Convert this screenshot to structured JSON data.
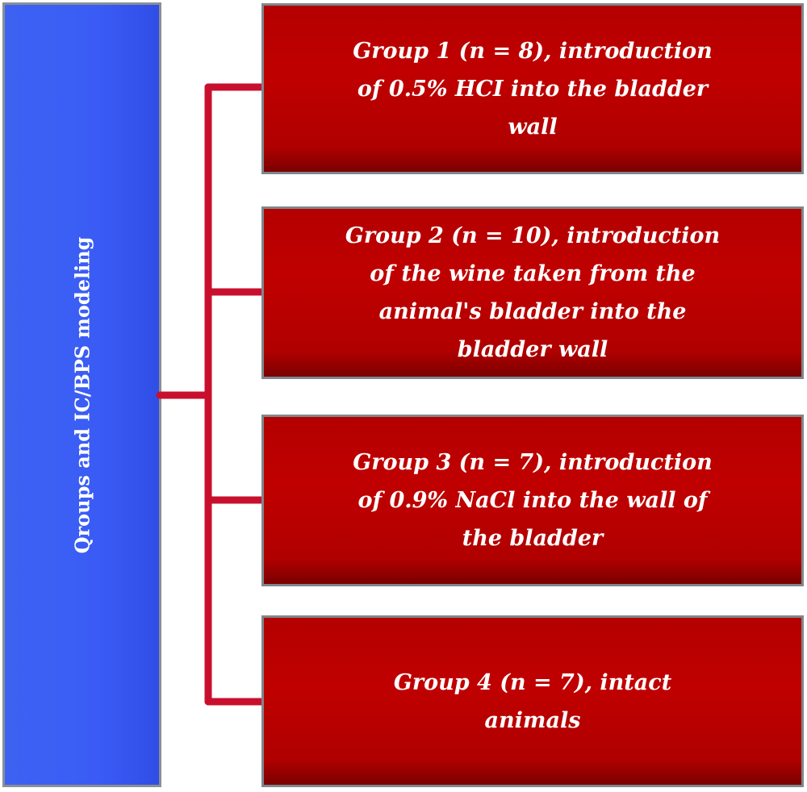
{
  "root": {
    "label": "Qroups and IC/BPS modeling"
  },
  "groups": [
    {
      "label": "Group 1 (n = 8), introduction of 0.5% HCI into the bladder wall"
    },
    {
      "label": "Group 2 (n = 10), introduction of the wine taken from the animal's bladder into the bladder wall"
    },
    {
      "label": "Group 3 (n = 7), introduction of 0.9% NaCl into the wall of the bladder"
    },
    {
      "label": "Group 4 (n = 7), intact animals"
    }
  ],
  "colors": {
    "root_fill": "#3a5cf5",
    "group_fill": "#c00000",
    "connector": "#c8102e",
    "border": "#7f878c"
  }
}
